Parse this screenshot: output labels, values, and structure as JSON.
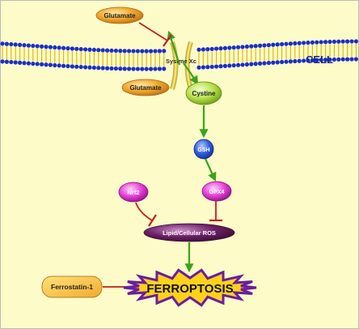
{
  "cell_label": "CELL",
  "transporter_label": "Systme Xc",
  "nodes": {
    "glutamate_outside": "Glutamate",
    "glutamate_inside": "Glutamate",
    "cystine": "Cystine",
    "gsh": "GSH",
    "gpx4": "GPX4",
    "nrf2": "Nrf2",
    "lipid_ros": "Lipid/Cellular ROS",
    "ferrostatin": "Ferrostatin-1",
    "ferroptosis": "FERROPTOSIS"
  },
  "colors": {
    "background": "#fdfbc8",
    "lipid_head": "#1a2fc9",
    "lipid_tail": "#d9b400",
    "glutamate": "#f0a628",
    "cystine": "#b6e04a",
    "gsh": "#2f5fe0",
    "gpx4_nrf2": "#e63fd6",
    "lipid_ros": "#6b1f66",
    "ferrostatin": "#f2aa2c",
    "ferroptosis_fill": "#ffd21a",
    "ferroptosis_stroke": "#6a1da0",
    "activation_arrow": "#3aa31a",
    "inhibition": "#c0201e",
    "cell_label": "#1f2a8a"
  }
}
